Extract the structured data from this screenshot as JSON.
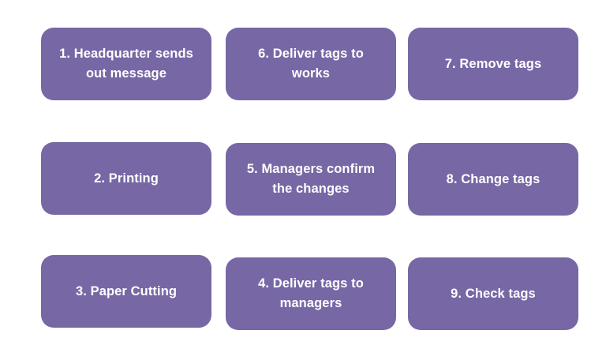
{
  "steps": {
    "s1": {
      "line1": "1. Headquarter sends",
      "line2": "out message"
    },
    "s2": {
      "line1": "2. Printing"
    },
    "s3": {
      "line1": "3. Paper Cutting"
    },
    "s4": {
      "line1": "4. Deliver tags to",
      "line2": "managers"
    },
    "s5": {
      "line1": "5. Managers confirm",
      "line2": "the changes"
    },
    "s6": {
      "line1": "6. Deliver tags to",
      "line2": "works"
    },
    "s7": {
      "line1": "7. Remove tags"
    },
    "s8": {
      "line1": "8. Change tags"
    },
    "s9": {
      "line1": "9. Check tags"
    }
  },
  "colors": {
    "box_fill": "#7767a5",
    "text": "#ffffff",
    "background": "#ffffff"
  }
}
